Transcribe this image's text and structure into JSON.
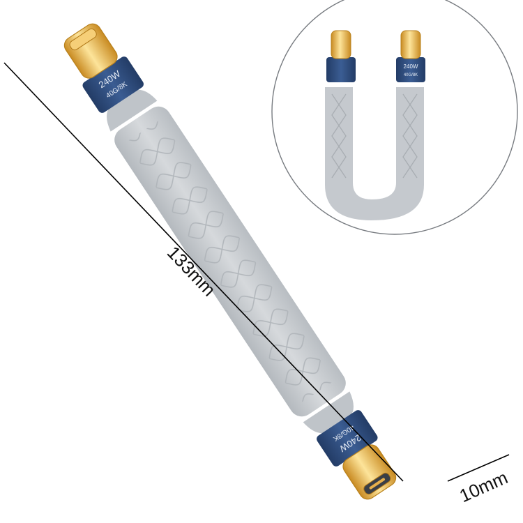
{
  "labels": {
    "length": "133mm",
    "width": "10mm"
  },
  "connector": {
    "power": "240W",
    "spec": "40G/8K"
  },
  "colors": {
    "cable": "#c9cdd1",
    "cable_dark": "#a9aeb4",
    "housing": "#2f4d7e",
    "gold": "#e7b04b",
    "line": "#000000"
  }
}
